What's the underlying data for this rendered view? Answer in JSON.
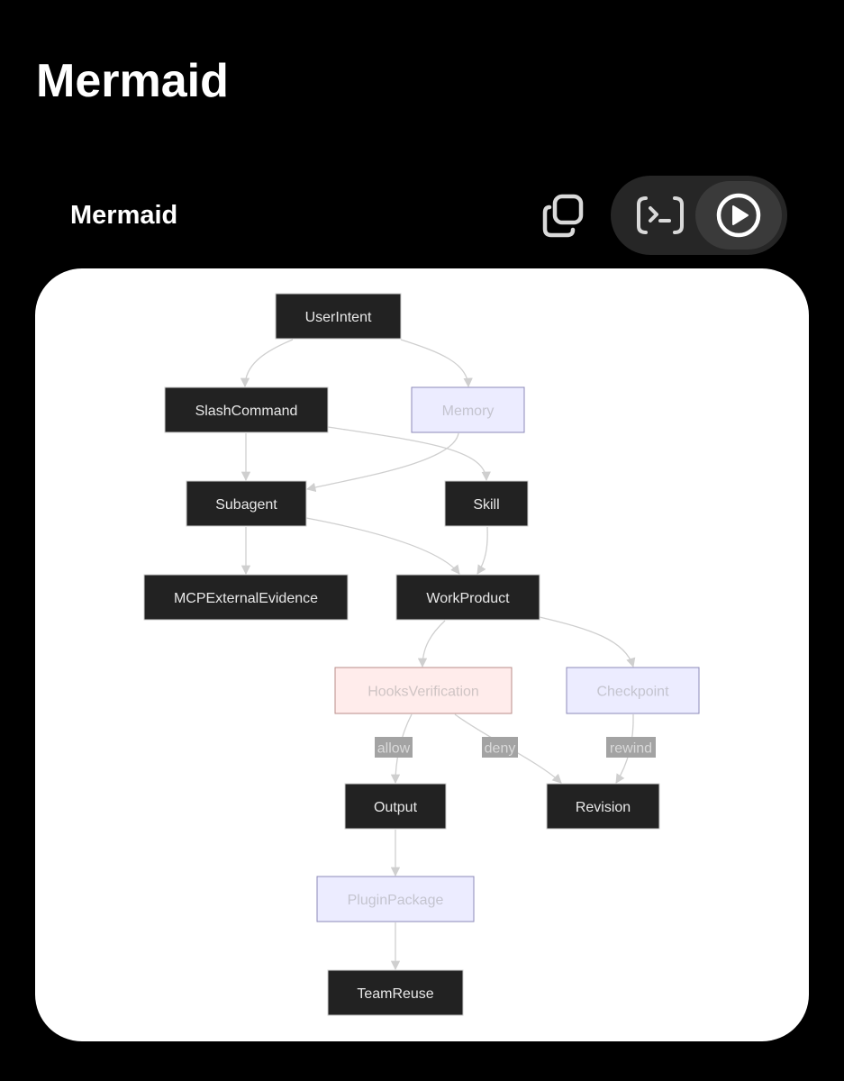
{
  "page": {
    "title": "Mermaid"
  },
  "code_block": {
    "label": "Mermaid",
    "copy_icon": "copy-icon",
    "code_view_icon": "terminal-code-icon",
    "preview_icon": "play-circle-icon"
  },
  "diagram": {
    "nodes": [
      {
        "id": "UserIntent",
        "label": "UserIntent",
        "style": "dark"
      },
      {
        "id": "SlashCommand",
        "label": "SlashCommand",
        "style": "dark"
      },
      {
        "id": "Memory",
        "label": "Memory",
        "style": "lavender"
      },
      {
        "id": "Subagent",
        "label": "Subagent",
        "style": "dark"
      },
      {
        "id": "Skill",
        "label": "Skill",
        "style": "dark"
      },
      {
        "id": "MCPExternalEvidence",
        "label": "MCPExternalEvidence",
        "style": "dark"
      },
      {
        "id": "WorkProduct",
        "label": "WorkProduct",
        "style": "dark"
      },
      {
        "id": "HooksVerification",
        "label": "HooksVerification",
        "style": "pink"
      },
      {
        "id": "Checkpoint",
        "label": "Checkpoint",
        "style": "lavender"
      },
      {
        "id": "Output",
        "label": "Output",
        "style": "dark"
      },
      {
        "id": "Revision",
        "label": "Revision",
        "style": "dark"
      },
      {
        "id": "PluginPackage",
        "label": "PluginPackage",
        "style": "lavender"
      },
      {
        "id": "TeamReuse",
        "label": "TeamReuse",
        "style": "dark"
      }
    ],
    "edges": [
      {
        "from": "UserIntent",
        "to": "SlashCommand",
        "label": ""
      },
      {
        "from": "UserIntent",
        "to": "Memory",
        "label": ""
      },
      {
        "from": "SlashCommand",
        "to": "Subagent",
        "label": ""
      },
      {
        "from": "SlashCommand",
        "to": "Skill",
        "label": ""
      },
      {
        "from": "Memory",
        "to": "Subagent",
        "label": ""
      },
      {
        "from": "Subagent",
        "to": "MCPExternalEvidence",
        "label": ""
      },
      {
        "from": "Subagent",
        "to": "WorkProduct",
        "label": ""
      },
      {
        "from": "Skill",
        "to": "WorkProduct",
        "label": ""
      },
      {
        "from": "WorkProduct",
        "to": "HooksVerification",
        "label": ""
      },
      {
        "from": "WorkProduct",
        "to": "Checkpoint",
        "label": ""
      },
      {
        "from": "HooksVerification",
        "to": "Output",
        "label": "allow"
      },
      {
        "from": "HooksVerification",
        "to": "Revision",
        "label": "deny"
      },
      {
        "from": "Checkpoint",
        "to": "Revision",
        "label": "rewind"
      },
      {
        "from": "Output",
        "to": "PluginPackage",
        "label": ""
      },
      {
        "from": "PluginPackage",
        "to": "TeamReuse",
        "label": ""
      }
    ],
    "colors": {
      "dark_fill": "#222222",
      "dark_text": "#e8e8e8",
      "dark_stroke": "#cfcfcf",
      "lavender_fill": "#ececff",
      "lavender_stroke": "#8d8ab8",
      "lavender_text": "#c4c4cf",
      "pink_fill": "#ffeceb",
      "pink_stroke": "#b88c8a",
      "pink_text": "#cfc4c4",
      "edge": "#cfcfcf",
      "edge_label_bg": "#a3a3a3"
    }
  }
}
